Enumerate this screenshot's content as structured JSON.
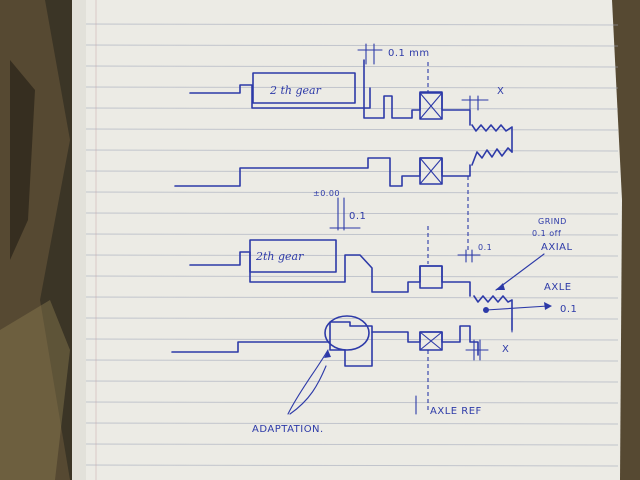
{
  "labels": {
    "gear_top": "2 th gear",
    "gear_mid": "2th gear",
    "clearance_top": "0.1 mm",
    "x_top": "X",
    "tol_plus_minus": "±0.00",
    "clearance_mid": "0.1",
    "clearance_right": "0.1",
    "grind_line1": "GRIND",
    "grind_line2": "0.1 off",
    "grind_line3": "AXIAL",
    "axle": "AXLE",
    "axle_value": "0.1",
    "x_bottom": "X",
    "adaptation": "ADAPTATION.",
    "axle_ref": "AXLE REF"
  },
  "colors": {
    "ink": "#2d3aa8",
    "paper": "#ecebe5",
    "background": "#3b3526"
  }
}
